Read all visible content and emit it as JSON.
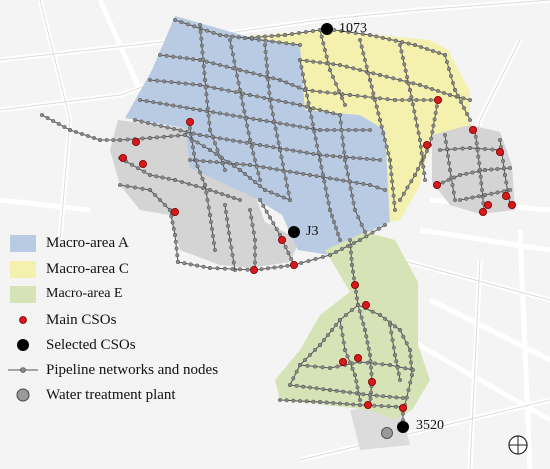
{
  "map": {
    "labels": {
      "cso_1073": "1073",
      "cso_j3": "J3",
      "cso_3520": "3520"
    },
    "colors": {
      "macro_area_a": "#b9cbe3",
      "macro_area_c": "#f4f1ae",
      "macro_area_e": "#d6e3b6",
      "main_cso": "#d7191c",
      "selected_cso": "#000000",
      "pipeline": "#555555",
      "water_treatment_plant": "#9a9a9a",
      "background": "#f4f4f4",
      "streets": "#ffffff"
    },
    "icons": {
      "compass": "compass-icon"
    }
  },
  "legend": {
    "items": [
      {
        "label": "Macro-area A",
        "symbol": "blue-swatch"
      },
      {
        "label": "Macro-area C",
        "symbol": "yellow-swatch"
      },
      {
        "label": "Macro-area E",
        "symbol": "green-swatch"
      },
      {
        "label": "Main CSOs",
        "symbol": "red-dot"
      },
      {
        "label": "Selected CSOs",
        "symbol": "black-dot"
      },
      {
        "label": "Pipeline networks and nodes",
        "symbol": "line-with-nodes"
      },
      {
        "label": "Water treatment plant",
        "symbol": "grey-circle"
      }
    ]
  }
}
